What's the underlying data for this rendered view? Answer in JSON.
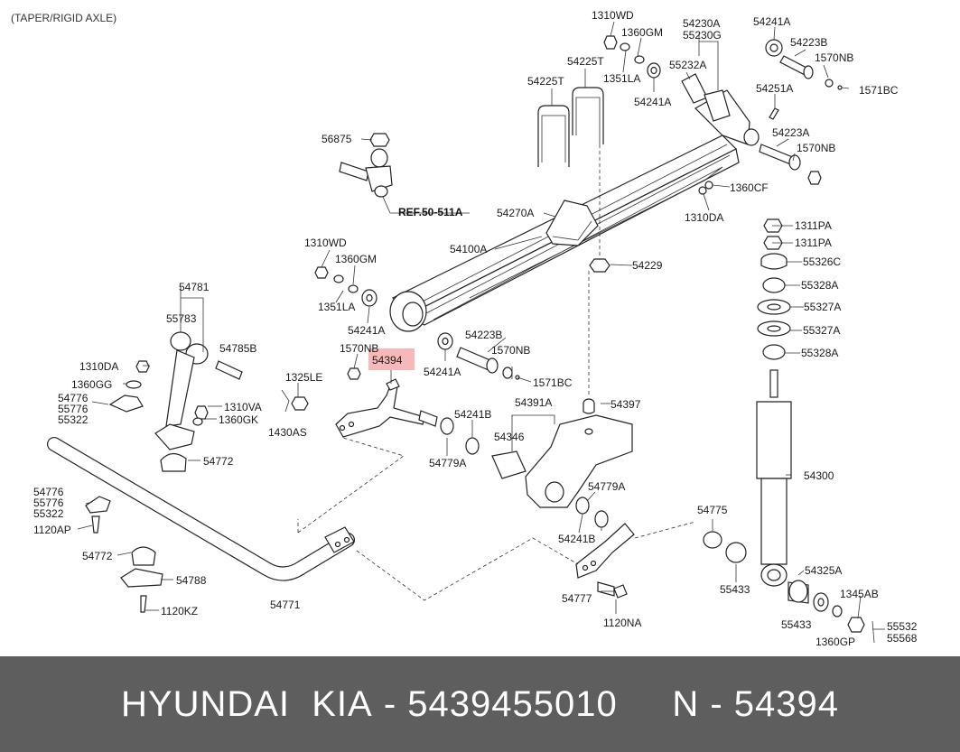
{
  "header_note": "(TAPER/RIGID AXLE)",
  "reference": "REF.50-511A",
  "highlighted_part": "54394",
  "highlight_color": "#f3a0a0",
  "footer": {
    "brand": "HYUNDAI  KIA",
    "separator": " - ",
    "part_number": "5439455010",
    "gap": "     ",
    "code_prefix": "N",
    "code": "54394",
    "background": "#5e5e5e"
  },
  "labels": {
    "l1310wd_top": "1310WD",
    "l1360gm_top": "1360GM",
    "l54230a": "54230A",
    "l55230g": "55230G",
    "l54241a_tr": "54241A",
    "l54223b_tr": "54223B",
    "l1570nb_tr": "1570NB",
    "l1571bc_tr": "1571BC",
    "l54225t_a": "54225T",
    "l54225t_b": "54225T",
    "l1351la_top": "1351LA",
    "l55232a": "55232A",
    "l54241a_mid": "54241A",
    "l54251a": "54251A",
    "l54223a": "54223A",
    "l1570nb_r": "1570NB",
    "l56875": "56875",
    "l1360cf": "1360CF",
    "l1310da_r": "1310DA",
    "l54270a": "54270A",
    "l1311pa_a": "1311PA",
    "l1311pa_b": "1311PA",
    "l55326c": "55326C",
    "l54100a": "54100A",
    "l54229": "54229",
    "l1310wd_l": "1310WD",
    "l1360gm_l": "1360GM",
    "l55328a_a": "55328A",
    "l55327a_a": "55327A",
    "l55327a_b": "55327A",
    "l55328a_b": "55328A",
    "l1351la_l": "1351LA",
    "l54241a_l": "54241A",
    "l54781": "54781",
    "l55783": "55783",
    "l54785b": "54785B",
    "l54223b_m": "54223B",
    "l1570nb_m": "1570NB",
    "l1570nb_l": "1570NB",
    "l54241a_m2": "54241A",
    "l1571bc_m": "1571BC",
    "l1310da_l": "1310DA",
    "l1325le": "1325LE",
    "l1360gg": "1360GG",
    "l54391a": "54391A",
    "l54397": "54397",
    "l54776_a": "54776",
    "l55776_a": "55776",
    "l55322_a": "55322",
    "l1310va": "1310VA",
    "l1360gk": "1360GK",
    "l1430as": "1430AS",
    "l54241b_a": "54241B",
    "l54346": "54346",
    "l54300": "54300",
    "l54772_a": "54772",
    "l54779a_a": "54779A",
    "l54776_b": "54776",
    "l55776_b": "55776",
    "l55322_b": "55322",
    "l54779a_b": "54779A",
    "l1120ap": "1120AP",
    "l54241b_b": "54241B",
    "l54775": "54775",
    "l54772_b": "54772",
    "l54788": "54788",
    "l54325a": "54325A",
    "l55433_a": "55433",
    "l1345ab": "1345AB",
    "l54777": "54777",
    "l54771": "54771",
    "l1120kz": "1120KZ",
    "l1120na": "1120NA",
    "l55433_b": "55433",
    "l1360gp": "1360GP",
    "l55532": "55532",
    "l55568": "55568"
  }
}
